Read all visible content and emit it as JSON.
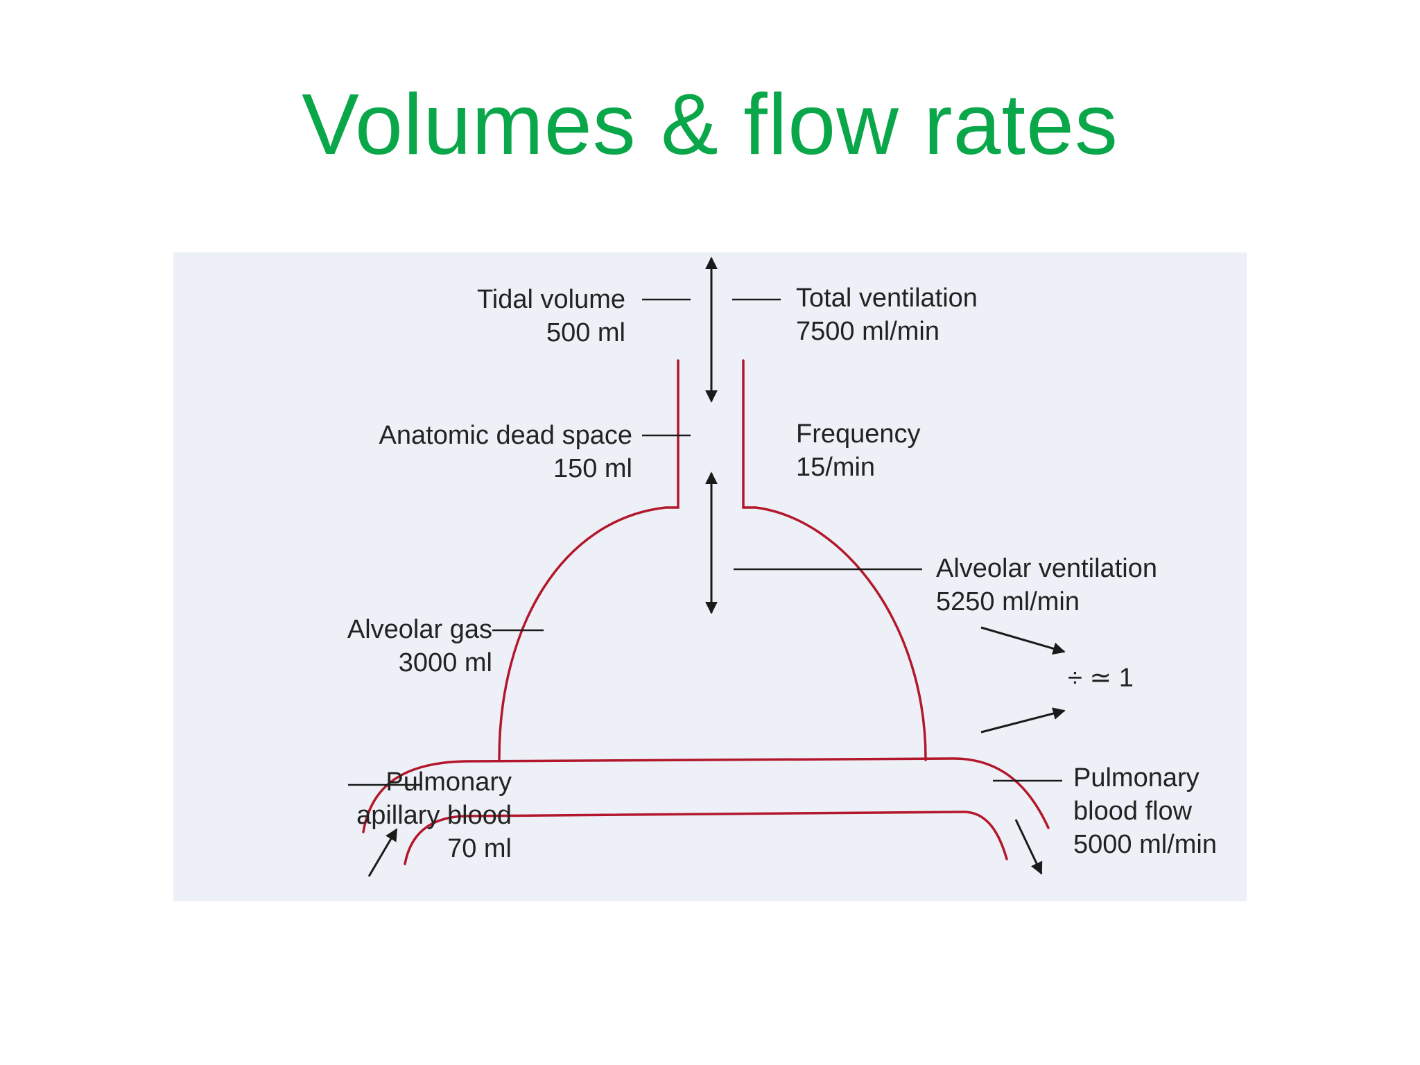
{
  "slide": {
    "title": "Volumes & flow rates"
  },
  "diagram": {
    "labels": {
      "tidal_volume": {
        "name": "Tidal volume",
        "value": "500 ml"
      },
      "total_ventilation": {
        "name": "Total ventilation",
        "value": "7500 ml/min"
      },
      "anatomic_dead_space": {
        "name": "Anatomic dead space",
        "value": "150 ml"
      },
      "frequency": {
        "name": "Frequency",
        "value": "15/min"
      },
      "alveolar_ventilation": {
        "name": "Alveolar ventilation",
        "value": "5250 ml/min"
      },
      "alveolar_gas": {
        "name": "Alveolar gas",
        "value": "3000 ml"
      },
      "ratio": {
        "text": "÷ ≃ 1"
      },
      "pulmonary_capillary_blood": {
        "line1": "Pulmonary",
        "line2": "apillary blood",
        "value": "70 ml"
      },
      "pulmonary_blood_flow": {
        "line1": "Pulmonary",
        "line2": "blood flow",
        "value": "5000 ml/min"
      }
    },
    "colors": {
      "outline": "#b3172b",
      "leader": "#1a1a1a",
      "title": "#0aa64a",
      "panel": "#eef0f7"
    }
  }
}
